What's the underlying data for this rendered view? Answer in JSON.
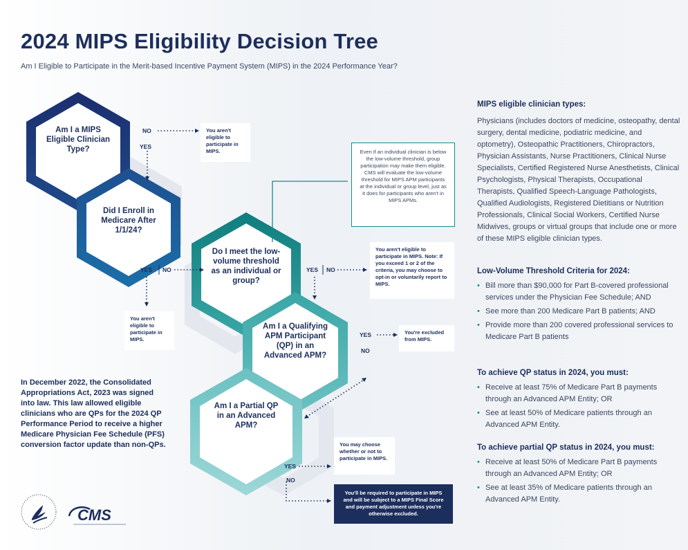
{
  "title": "2024 MIPS Eligibility Decision Tree",
  "subtitle": "Am I Eligible to Participate in the Merit-based Incentive Payment System (MIPS) in the 2024 Performance Year?",
  "tree": {
    "q1": "Am I a MIPS Eligible Clinician Type?",
    "q2": "Did I Enroll in Medicare After 1/1/24?",
    "q3": "Do I meet the low-volume threshold as an individual or group?",
    "q4": "Am I a Qualifying APM Participant (QP) in an Advanced APM?",
    "q5": "Am I a Partial QP in an Advanced APM?",
    "yes": "YES",
    "no": "NO",
    "out_q1_no": "You aren't eligible to participate in MIPS.",
    "out_q2_yes": "You aren't eligible to participate in MIPS.",
    "out_q3_no": "You aren't eligible to participate in MIPS. Note: If you exceed 1 or 2 of the criteria, you may choose to opt-in or voluntarily report to MIPS.",
    "out_q4_yes": "You're excluded from MIPS.",
    "out_q5_yes": "You may choose whether or not to participate in MIPS.",
    "out_q5_no": "You'll be required to participate in MIPS and will be subject to a MIPS Final Score and payment adjustment unless you're otherwise excluded.",
    "group_note": "Even if an individual clinician is below the low-volume threshold, group participation may make them eligible. CMS will evaluate the low-volume threshold for MIPS APM participants at the individual or group level, just as it does for participants who aren't in MIPS APMs."
  },
  "caa_note": "In December 2022, the Consolidated Appropriations Act, 2023 was signed into law. This law allowed eligible clinicians who are QPs for the 2024 QP Performance Period to receive a higher Medicare Physician Fee Schedule (PFS) conversion factor update than non-QPs.",
  "sidebar": {
    "types_heading": "MIPS eligible clinician types:",
    "types_text": "Physicians (includes doctors of medicine, osteopathy, dental surgery, dental medicine, podiatric medicine, and optometry), Osteopathic Practitioners, Chiropractors, Physician Assistants, Nurse Practitioners, Clinical Nurse Specialists, Certified Registered Nurse Anesthetists, Clinical Psychologists, Physical Therapists, Occupational Therapists, Qualified Speech-Language Pathologists, Qualified Audiologists, Registered Dietitians or Nutrition Professionals, Clinical Social Workers, Certified Nurse Midwives, groups or virtual groups that include one or more of these MIPS eligible clinician types.",
    "lv_heading": "Low-Volume Threshold Criteria for 2024:",
    "lv_items": [
      "Bill more than $90,000 for Part B-covered professional services under the Physician Fee Schedule; AND",
      "See more than 200 Medicare Part B patients; AND",
      "Provide more than 200 covered professional services to Medicare Part B patients"
    ],
    "qp_heading": "To achieve QP status in 2024, you must:",
    "qp_items": [
      "Receive at least 75% of Medicare Part B payments through an Advanced APM Entity; OR",
      "See at least 50% of Medicare patients through an Advanced APM Entity."
    ],
    "pqp_heading": "To achieve partial QP status in 2024, you must:",
    "pqp_items": [
      "Receive at least 50% of Medicare Part B payments through an Advanced APM Entity; OR",
      "See at least 35% of Medicare patients through an Advanced APM Entity."
    ]
  },
  "logos": {
    "cms_text": "CMS",
    "hhs_icon": "hhs-eagle-seal-icon",
    "cms_icon": "cms-swoosh-logo-icon"
  },
  "colors": {
    "navy": "#1c2e5c",
    "blue": "#1f5f9e",
    "teal": "#138b8b",
    "teal_mid": "#4fb1b1",
    "teal_light": "#86cfd0",
    "hex_gray": "#e6e9ee"
  }
}
